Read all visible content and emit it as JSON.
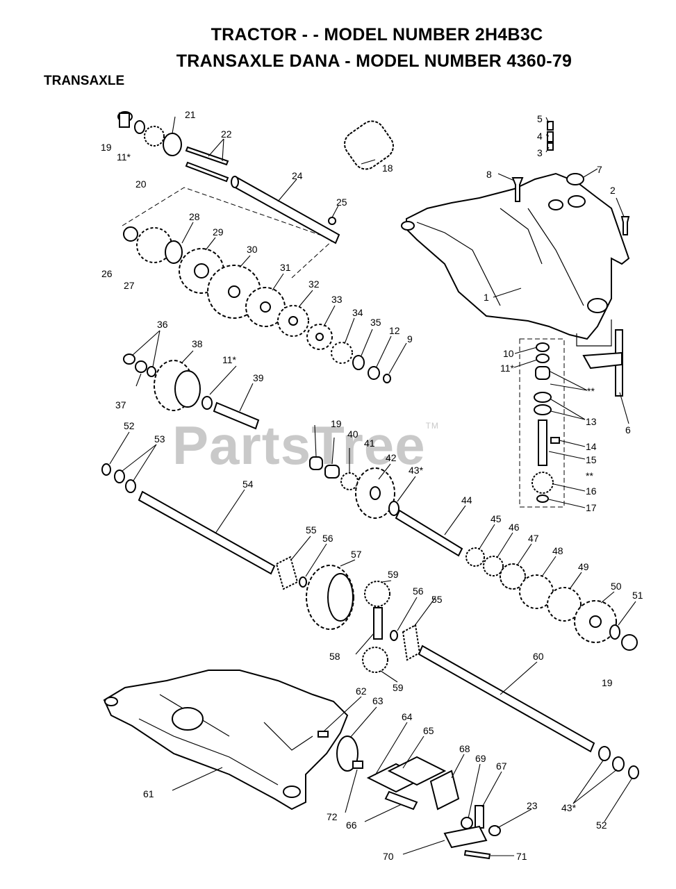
{
  "header": {
    "title_line1": "TRACTOR - - MODEL NUMBER 2H4B3C",
    "title_line2": "TRANSAXLE DANA - MODEL NUMBER 4360-79",
    "section": "TRANSAXLE"
  },
  "watermark": {
    "text": "PartsTree",
    "mark": "TM"
  },
  "callouts": {
    "c1": "1",
    "c2": "2",
    "c3": "3",
    "c4": "4",
    "c5": "5",
    "c6": "6",
    "c7": "7",
    "c8": "8",
    "c9": "9",
    "c10": "10",
    "c11a": "11*",
    "c11b": "11*",
    "c11c": "11*",
    "c12": "12",
    "c13": "13",
    "c14": "14",
    "c15": "15",
    "c16": "16",
    "c17": "17",
    "c18": "18",
    "c19a": "19",
    "c19b": "19",
    "c19c": "19",
    "c20": "20",
    "c21": "21",
    "c22": "22",
    "c23": "23",
    "c24": "24",
    "c25": "25",
    "c26": "26",
    "c27": "27",
    "c28": "28",
    "c29": "29",
    "c30": "30",
    "c31": "31",
    "c32": "32",
    "c33": "33",
    "c34": "34",
    "c35": "35",
    "c36": "36",
    "c37": "37",
    "c38": "38",
    "c39": "39",
    "c40": "40",
    "c41": "41",
    "c42": "42",
    "c43a": "43*",
    "c43b": "43*",
    "c44": "44",
    "c45": "45",
    "c46": "46",
    "c47": "47",
    "c48": "48",
    "c49": "49",
    "c50": "50",
    "c51": "51",
    "c52a": "52",
    "c52b": "52",
    "c53": "53",
    "c54": "54",
    "c55a": "55",
    "c55b": "55",
    "c56a": "56",
    "c56b": "56",
    "c57": "57",
    "c58": "58",
    "c59a": "59",
    "c59b": "59",
    "c60": "60",
    "c61": "61",
    "c62": "62",
    "c63": "63",
    "c64": "64",
    "c65": "65",
    "c66": "66",
    "c67": "67",
    "c68": "68",
    "c69": "69",
    "c70": "70",
    "c71": "71",
    "c72": "72",
    "c_ss1": "**",
    "c_ss2": "**"
  }
}
